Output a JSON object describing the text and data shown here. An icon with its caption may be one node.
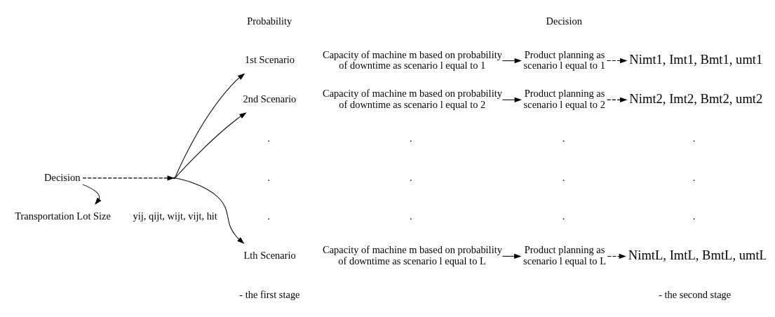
{
  "diagram": {
    "nodes": [
      {
        "text": [
          "Decision"
        ]
      },
      {
        "text": [],
        "shape": "point"
      },
      {
        "text": [
          "1st Scenario"
        ]
      },
      {
        "text": [
          "2nd Scenario"
        ]
      },
      {
        "text": [
          "Lth Scenario"
        ]
      },
      {
        "text": [
          "Capacity of machine m based on probability of downtime as scenario l equal to 1"
        ]
      },
      {
        "text": [
          "Capacity of machine m based on probability of downtime as scenario l equal to 2"
        ]
      },
      {
        "text": [
          "Capacity of machine m based on probability of downtime as scenario l equal to L"
        ]
      },
      {
        "text": [
          "Product planning as scenario l equal to 1"
        ]
      },
      {
        "text": [
          "Product planning as scenario l equal to 2"
        ]
      },
      {
        "text": [
          "Product planning as scenario l equal to L"
        ]
      },
      {
        "text": [
          "Nimt1, Imt1, Bmt1, umt1"
        ]
      },
      {
        "text": [
          "Nimt2, Imt2, Bmt2, umt2"
        ]
      },
      {
        "text": [
          "NimtL, ImtL, BmtL, umtL"
        ]
      },
      {
        "text": [
          "Transportation Lot Size"
        ]
      }
    ],
    "edges": [
      {
        "from": 0,
        "to": 1,
        "arrow": "to",
        "style": "dashed"
      },
      {
        "from": 1,
        "to": 2,
        "arrow": "to"
      },
      {
        "from": 1,
        "to": 3,
        "arrow": "to"
      },
      {
        "from": 1,
        "to": 4,
        "arrow": "to"
      },
      {
        "from": 5,
        "to": 8,
        "arrow": "to"
      },
      {
        "from": 6,
        "to": 9,
        "arrow": "to"
      },
      {
        "from": 7,
        "to": 10,
        "arrow": "to"
      },
      {
        "from": 8,
        "to": 11,
        "arrow": "to",
        "style": "dashed"
      },
      {
        "from": 9,
        "to": 12,
        "arrow": "to",
        "style": "dashed"
      },
      {
        "from": 10,
        "to": 13,
        "arrow": "to",
        "style": "dashed"
      },
      {
        "from": 0,
        "to": 14,
        "arrow": "to"
      }
    ],
    "labels": [
      "Decision",
      "Probability",
      ".",
      ".",
      ".",
      ".",
      ".",
      ".",
      ".",
      ".",
      ".",
      ".",
      ".",
      ".",
      "yij, qijt, wijt, vijt, hit",
      "- the first stage",
      "- the second stage"
    ]
  }
}
